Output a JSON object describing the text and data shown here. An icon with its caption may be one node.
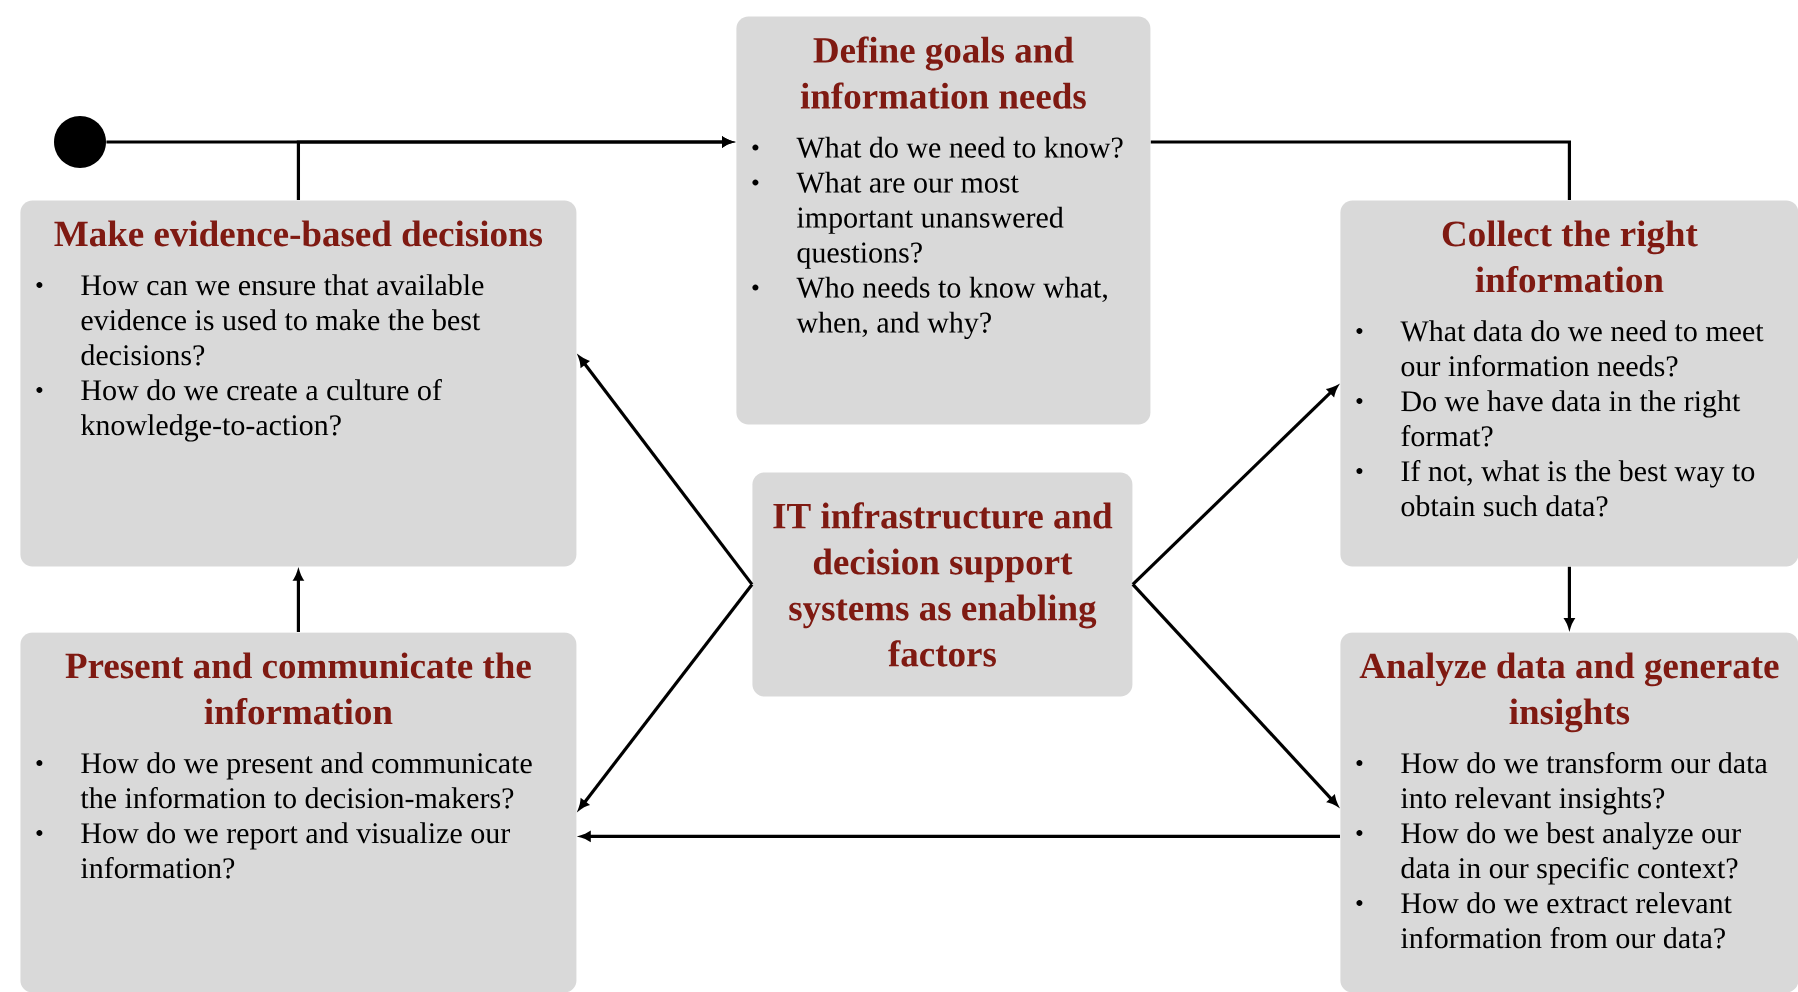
{
  "diagram": {
    "nodes": [
      {
        "text": [],
        "shape": "circle"
      },
      {
        "text": [
          "Define goals and information needs",
          "What do we need to know?",
          "What are our most important unanswered questions?",
          "Who needs to know what, when, and why?"
        ]
      },
      {
        "text": [
          "Make evidence-based decisions",
          "How can we ensure that available evidence is used to make the best decisions?",
          "How do we create a culture of knowledge-to-action?"
        ]
      },
      {
        "text": [
          "Collect the right information",
          "What data do we need to meet our information needs?",
          "Do we have data in the right format?",
          "If not, what is the best way to obtain such data?"
        ]
      },
      {
        "text": [
          "IT infrastructure and decision support systems as enabling factors"
        ]
      },
      {
        "text": [
          "Present and communicate the information",
          "How do we present and communicate the information to decision-makers?",
          "How do we report and visualize our information?"
        ]
      },
      {
        "text": [
          "Analyze data and generate insights",
          "How do we transform our data into relevant insights?",
          "How do we best analyze our data in our specific context?",
          "How do we extract relevant information from our data?"
        ]
      }
    ],
    "edges": [
      {
        "from": 0,
        "to": 1,
        "arrow": "to"
      },
      {
        "from": 2,
        "to": 1,
        "arrow": "to"
      },
      {
        "from": 1,
        "to": 3,
        "arrow": "none"
      },
      {
        "from": 3,
        "to": 6,
        "arrow": "to"
      },
      {
        "from": 6,
        "to": 5,
        "arrow": "to"
      },
      {
        "from": 5,
        "to": 2,
        "arrow": "to"
      },
      {
        "from": 4,
        "to": 2,
        "arrow": "to"
      },
      {
        "from": 4,
        "to": 3,
        "arrow": "to"
      },
      {
        "from": 4,
        "to": 5,
        "arrow": "to"
      },
      {
        "from": 4,
        "to": 6,
        "arrow": "to"
      }
    ]
  }
}
